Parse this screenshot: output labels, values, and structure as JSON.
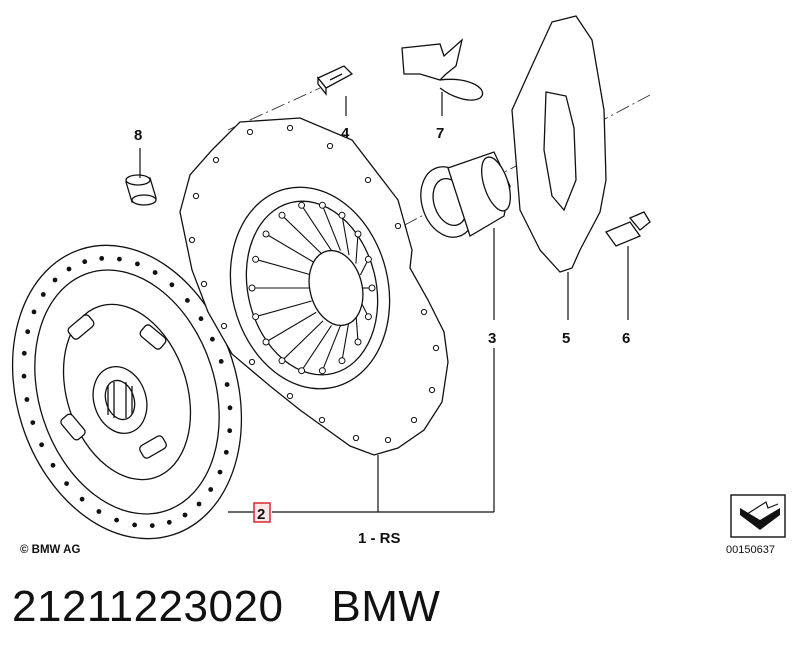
{
  "diagram": {
    "callouts": {
      "item_1": "1 - RS",
      "item_2": "2",
      "item_3": "3",
      "item_4": "4",
      "item_5": "5",
      "item_6": "6",
      "item_7": "7",
      "item_8": "8"
    },
    "copyright": "© BMW AG",
    "reference_number": "00150637",
    "highlight_color": "#d9363e"
  },
  "caption": {
    "part_number": "21211223020",
    "brand": "BMW"
  }
}
